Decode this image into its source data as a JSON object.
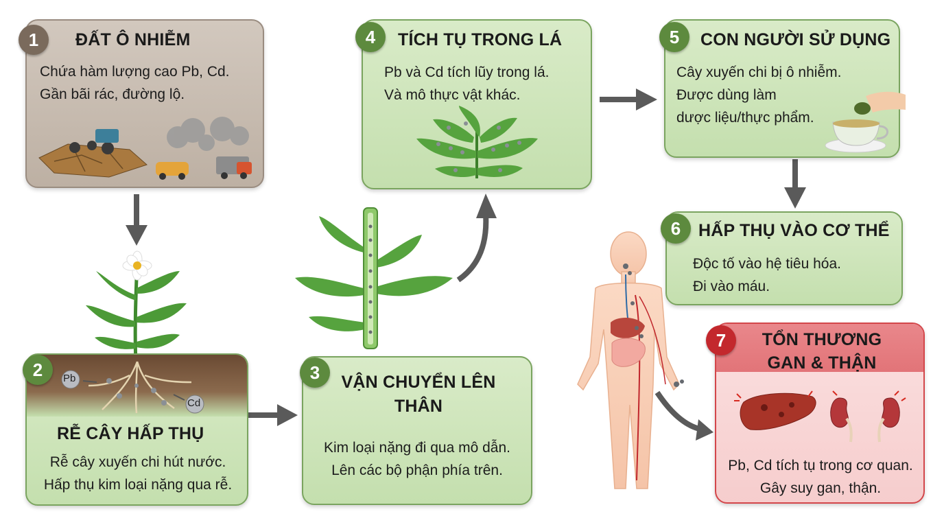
{
  "steps": [
    {
      "number": "1",
      "title": "ĐẤT Ô NHIỄM",
      "lines": [
        "Chứa hàm lượng cao Pb, Cd.",
        "Gần bãi rác, đường lộ."
      ]
    },
    {
      "number": "2",
      "title": "RỄ CÂY HẤP THỤ",
      "lines": [
        "Rễ cây xuyến chi hút nước.",
        "Hấp thụ kim loại nặng qua rễ."
      ]
    },
    {
      "number": "3",
      "title_lines": [
        "VẬN CHUYỂN LÊN",
        "THÂN"
      ],
      "lines": [
        "Kim loại nặng đi qua mô dẫn.",
        "Lên các bộ phận phía trên."
      ]
    },
    {
      "number": "4",
      "title": "TÍCH TỤ TRONG LÁ",
      "lines": [
        "Pb và Cd tích lũy trong lá.",
        "Và mô thực vật khác."
      ]
    },
    {
      "number": "5",
      "title": "CON NGƯỜI SỬ DỤNG",
      "lines": [
        "Cây xuyến chi bị ô nhiễm.",
        "Được dùng làm",
        "dược liệu/thực phẩm."
      ]
    },
    {
      "number": "6",
      "title": "HẤP THỤ VÀO CƠ THỂ",
      "lines": [
        "Độc tố vào hệ tiêu hóa.",
        "Đi vào máu."
      ]
    },
    {
      "number": "7",
      "title_lines": [
        "TỔN THƯƠNG",
        "GAN & THẬN"
      ],
      "lines": [
        "Pb, Cd tích tụ trong cơ quan.",
        "Gây suy gan, thận."
      ]
    }
  ],
  "labels": {
    "pb": "Pb",
    "cd": "Cd"
  },
  "colors": {
    "green_box": "#c9e2b4",
    "green_border": "#7aa45f",
    "soil_box": "#c8bcb0",
    "red_box": "#f8d4d4",
    "red_border": "#d3464a",
    "arrow": "#5a5a5a"
  }
}
